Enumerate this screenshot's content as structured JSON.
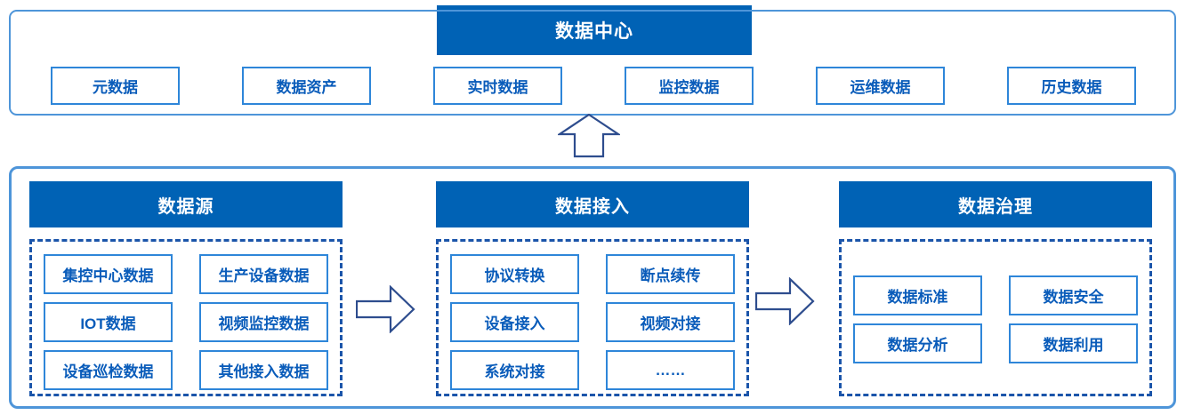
{
  "colors": {
    "accent": "#0062b5",
    "panel_border": "#4e95d9",
    "box_border": "#2e86d9",
    "box_text": "#0a5cba",
    "dashed_border": "#1b55aa",
    "arrow_outline": "#2e4d8e",
    "header_text": "#ffffff"
  },
  "icons": {
    "up_arrow": "hollow-up-arrow",
    "right_arrow": "hollow-right-arrow"
  },
  "top_panel": {
    "title": "数据中心",
    "boxes": [
      "元数据",
      "数据资产",
      "实时数据",
      "监控数据",
      "运维数据",
      "历史数据"
    ]
  },
  "bottom_panel": {
    "columns": [
      {
        "title": "数据源",
        "items": [
          "集控中心数据",
          "生产设备数据",
          "IOT数据",
          "视频监控数据",
          "设备巡检数据",
          "其他接入数据"
        ]
      },
      {
        "title": "数据接入",
        "items": [
          "协议转换",
          "断点续传",
          "设备接入",
          "视频对接",
          "系统对接",
          "……"
        ]
      },
      {
        "title": "数据治理",
        "items": [
          "数据标准",
          "数据安全",
          "数据分析",
          "数据利用"
        ]
      }
    ]
  }
}
